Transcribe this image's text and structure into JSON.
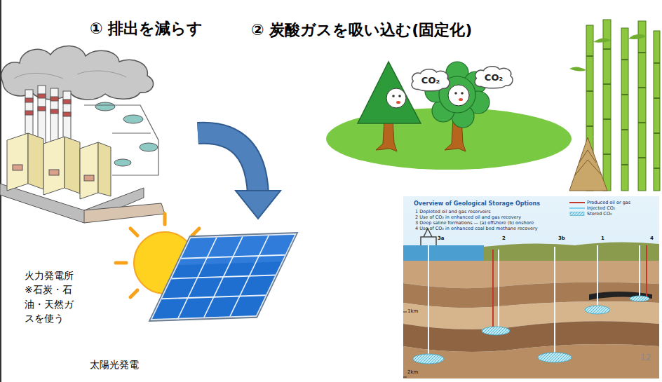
{
  "diagram": {
    "nodes": [
      {
        "text": [
          "CO₂"
        ]
      },
      {
        "text": [
          "CO₂"
        ]
      }
    ],
    "labels": [
      "① 排出を減らす",
      "② 炭酸ガスを吸い込む(固定化)",
      "火力発電所 ※石炭・石油・天然ガスを使う",
      "太陽光発電",
      "Overview of Geological Storage Options",
      "1 Depleted oil and gas reservoirs",
      "2 Use of CO₂ in enhanced oil and gas recovery",
      "3 Deep saline formations — (a) offshore (b) onshore",
      "4 Use of CO₂ in enhanced coal bed methane recovery",
      "1km",
      "2km",
      "3a",
      "2",
      "3b",
      "1",
      "4",
      "12"
    ],
    "legend": [
      {
        "text": "Produced oil or gas"
      },
      {
        "text": "Injected CO₂"
      },
      {
        "text": "Stored CO₂"
      }
    ]
  }
}
